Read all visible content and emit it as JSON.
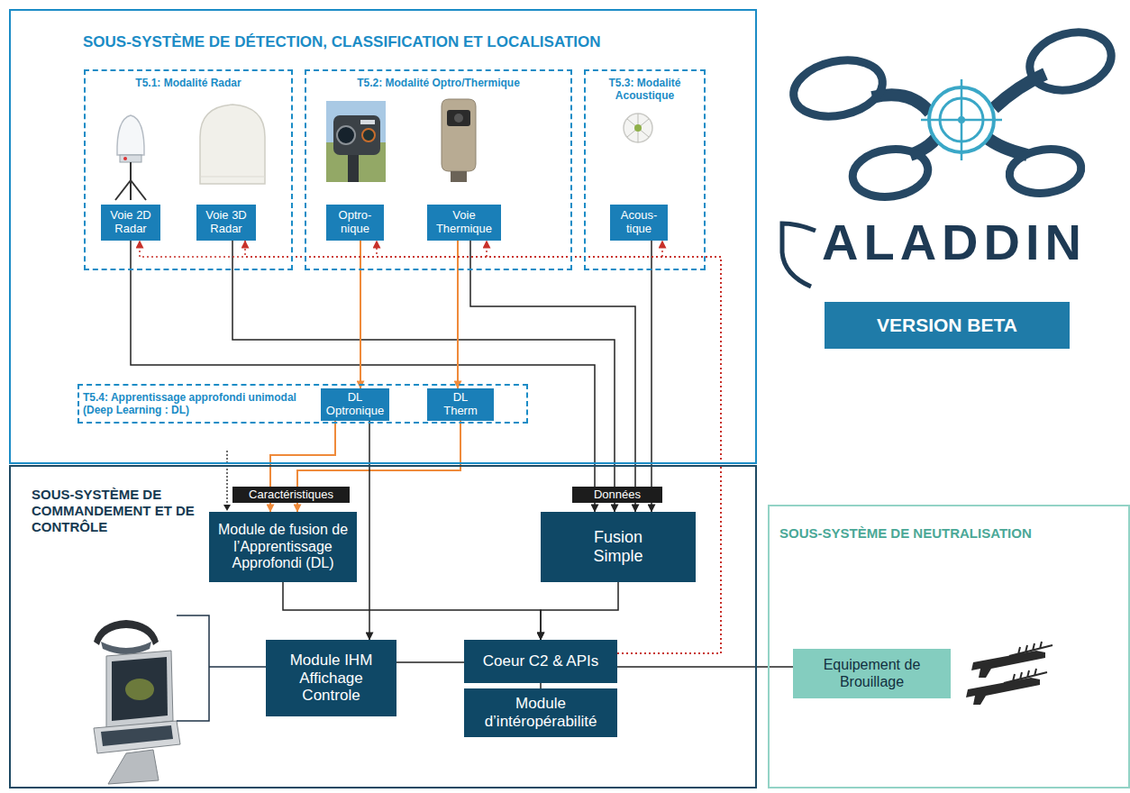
{
  "diagram": {
    "nodes": [
      {
        "text": [
          "SOUS-SYSTÈME DE DÉTECTION, CLASSIFICATION ET LOCALISATION"
        ]
      },
      {
        "text": [
          "T5.1: Modalité Radar"
        ],
        "in": 0
      },
      {
        "text": [
          "Voie 2D Radar"
        ],
        "in": 1
      },
      {
        "text": [
          "Voie 3D Radar"
        ],
        "in": 1
      },
      {
        "text": [
          "T5.2: Modalité Optro/Thermique"
        ],
        "in": 0
      },
      {
        "text": [
          "Optro- nique"
        ],
        "in": 4
      },
      {
        "text": [
          "Voie Thermique"
        ],
        "in": 4
      },
      {
        "text": [
          "T5.3: Modalité Acoustique"
        ],
        "in": 0
      },
      {
        "text": [
          "Acous- tique"
        ],
        "in": 7
      },
      {
        "text": [
          "T5.4: Apprentissage approfondi unimodal (Deep Learning : DL)"
        ],
        "in": 0
      },
      {
        "text": [
          "DL Optronique"
        ],
        "in": 9
      },
      {
        "text": [
          "DL Therm"
        ],
        "in": 9
      },
      {
        "text": [
          "SOUS-SYSTÈME DE COMMANDEMENT ET DE CONTRÔLE"
        ]
      },
      {
        "text": [
          "Module de fusion de l’Apprentissage Approfondi (DL)"
        ],
        "in": 12
      },
      {
        "text": [
          "Fusion Simple"
        ],
        "in": 12
      },
      {
        "text": [
          "Module IHM Affichage Controle"
        ],
        "in": 12
      },
      {
        "text": [
          "Coeur C2 & APIs"
        ],
        "in": 12
      },
      {
        "text": [
          "Module d’intéropérabilité"
        ],
        "in": 12
      },
      {
        "text": [
          "SOUS-SYSTÈME DE NEUTRALISATION"
        ]
      },
      {
        "text": [
          "Equipement de Brouillage"
        ],
        "in": 18
      },
      {
        "text": [
          "VERSION BETA"
        ]
      }
    ],
    "edges": [
      {
        "from": 2,
        "to": 14,
        "arrow": "to"
      },
      {
        "from": 3,
        "to": 14,
        "arrow": "to"
      },
      {
        "from": 6,
        "to": 14,
        "arrow": "to"
      },
      {
        "from": 8,
        "to": 14,
        "arrow": "to"
      },
      {
        "from": 5,
        "to": 10,
        "arrow": "to"
      },
      {
        "from": 6,
        "to": 11,
        "arrow": "to"
      },
      {
        "from": 10,
        "to": 13,
        "arrow": "to"
      },
      {
        "from": 11,
        "to": 13,
        "arrow": "to"
      },
      {
        "from": 10,
        "to": 15,
        "arrow": "to"
      },
      {
        "from": 13,
        "to": 16,
        "arrow": "to"
      },
      {
        "from": 14,
        "to": 16,
        "arrow": "to"
      },
      {
        "from": 15,
        "to": 16,
        "arrow": "none"
      },
      {
        "from": 16,
        "to": 19,
        "arrow": "none"
      },
      {
        "from": 16,
        "to": 17,
        "arrow": "none"
      },
      {
        "from": 16,
        "to": 2,
        "arrow": "to"
      },
      {
        "from": 16,
        "to": 3,
        "arrow": "to"
      },
      {
        "from": 16,
        "to": 5,
        "arrow": "to"
      },
      {
        "from": 16,
        "to": 6,
        "arrow": "to"
      },
      {
        "from": 16,
        "to": 8,
        "arrow": "to"
      }
    ],
    "labels": [
      "Caractéristiques",
      "Données",
      "ALADDIN"
    ]
  }
}
